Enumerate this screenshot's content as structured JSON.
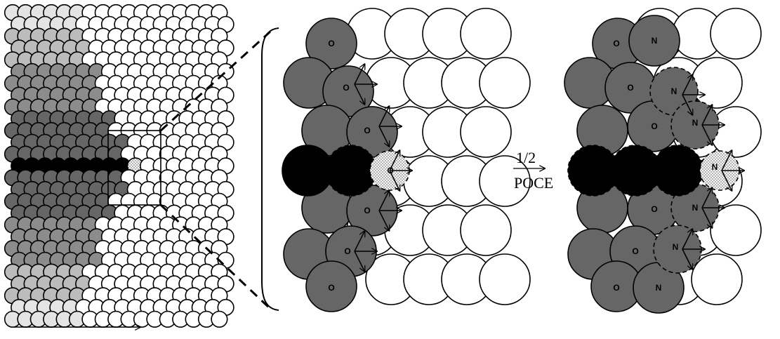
{
  "step_fraction": "1/2",
  "step_name": "POCE",
  "atom_labels": {
    "o": "O",
    "n": "N"
  },
  "colors": {
    "black_atom": "#000000",
    "dark_atom": "#666666",
    "mid_atom": "#8c8c8c",
    "light_atom": "#bcbcbc",
    "pale_atom": "#e4e4e4",
    "tip_atom": "#e8e8e8",
    "empty_atom": "#ffffff",
    "stroke": "#000000"
  }
}
